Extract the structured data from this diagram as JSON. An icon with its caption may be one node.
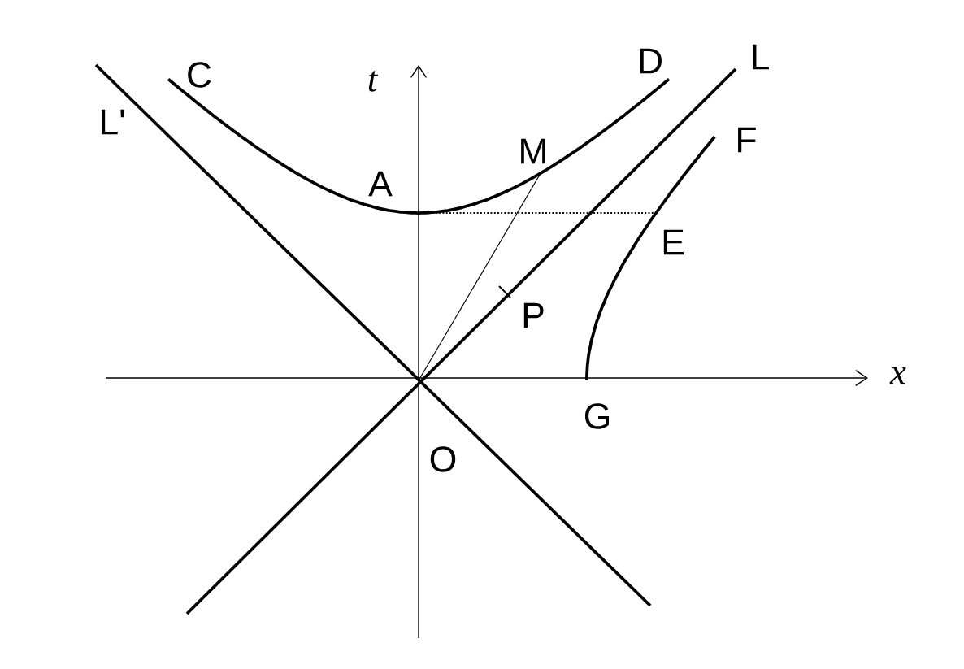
{
  "diagram": {
    "labels": [
      "C",
      "t",
      "D",
      "L",
      "L'",
      "F",
      "M",
      "A",
      "E",
      "P",
      "x",
      "G",
      "O"
    ]
  }
}
